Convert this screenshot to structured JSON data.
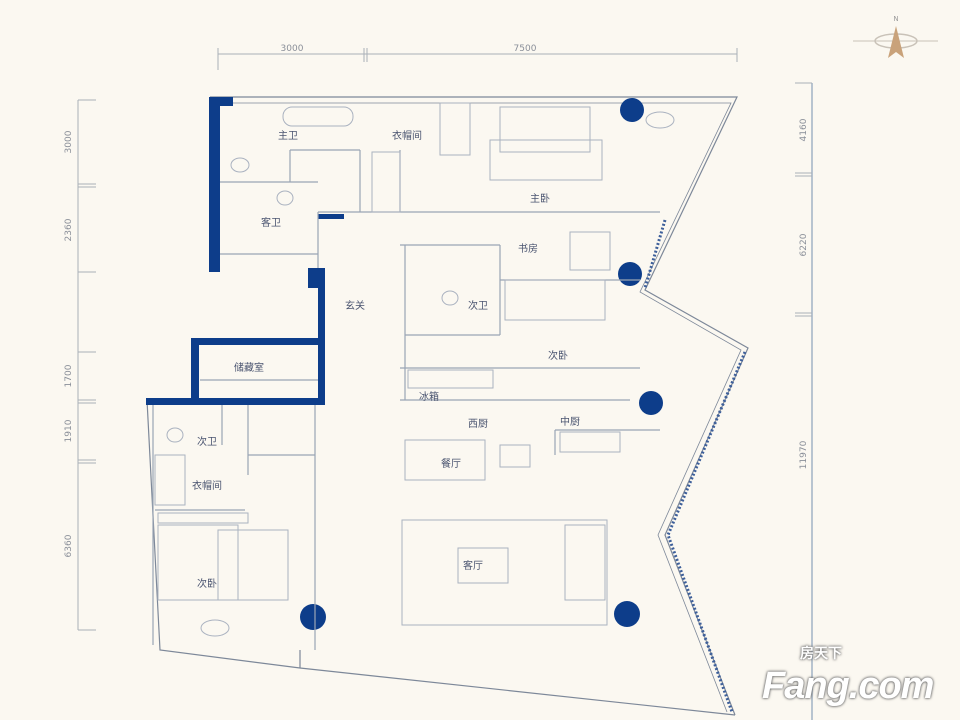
{
  "colors": {
    "wall": "#0d3d8a",
    "line": "#9aa5b5",
    "background": "#fbf8f1",
    "compass": "#c9a27a"
  },
  "compass": {
    "label": "N"
  },
  "dimensions": {
    "top": [
      "3000",
      "7500"
    ],
    "left": [
      "3000",
      "2360",
      "1700",
      "1910",
      "6360"
    ],
    "right": [
      "4160",
      "6220",
      "11970"
    ]
  },
  "rooms": {
    "master_bath": "主卫",
    "master_closet": "衣帽间",
    "master_bedroom": "主卧",
    "guest_bath": "客卫",
    "study": "书房",
    "foyer": "玄关",
    "second_bath": "次卫",
    "second_bedroom": "次卧",
    "storage": "储藏室",
    "fridge": "冰箱",
    "western_kitchen": "西厨",
    "chinese_kitchen": "中厨",
    "dining": "餐厅",
    "living": "客厅",
    "third_bath": "次卫",
    "third_closet": "衣帽间",
    "third_bedroom": "次卧"
  },
  "watermark": {
    "cn": "房天下",
    "en": "Fang.com"
  }
}
